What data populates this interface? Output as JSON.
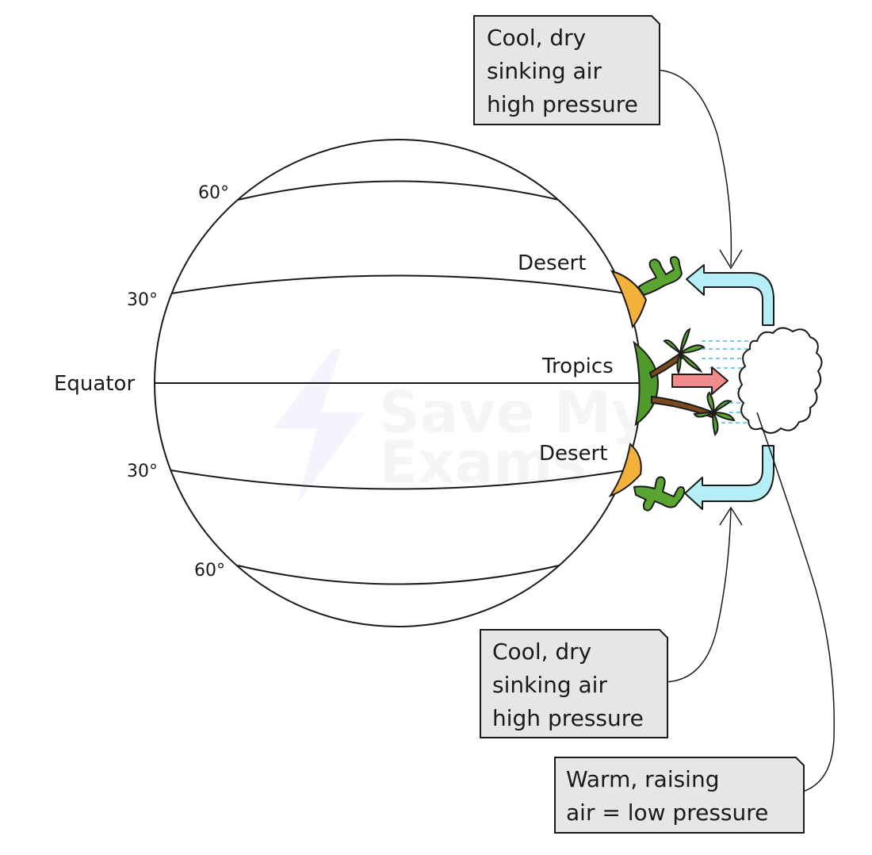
{
  "labels": {
    "equator": "Equator",
    "lat_60_north": "60°",
    "lat_30_north": "30°",
    "lat_30_south": "30°",
    "lat_60_south": "60°",
    "desert_north": "Desert",
    "tropics": "Tropics",
    "desert_south": "Desert"
  },
  "callouts": {
    "top": {
      "line1": "Cool, dry",
      "line2": "sinking air",
      "line3": "high pressure"
    },
    "bottom": {
      "line1": "Cool, dry",
      "line2": "sinking air",
      "line3": "high pressure"
    },
    "warm": {
      "line1": "Warm, raising",
      "line2": "air = low pressure"
    }
  },
  "watermark": {
    "line1": "Save My",
    "line2": "Exams"
  },
  "colors": {
    "desert": "#f2b13a",
    "tropics": "#4f9a2a",
    "cactus": "#5aa532",
    "arrow_air": "#b5eef7",
    "arrow_warm": "#f28c8c",
    "callout_fill": "#e6e6e6"
  }
}
